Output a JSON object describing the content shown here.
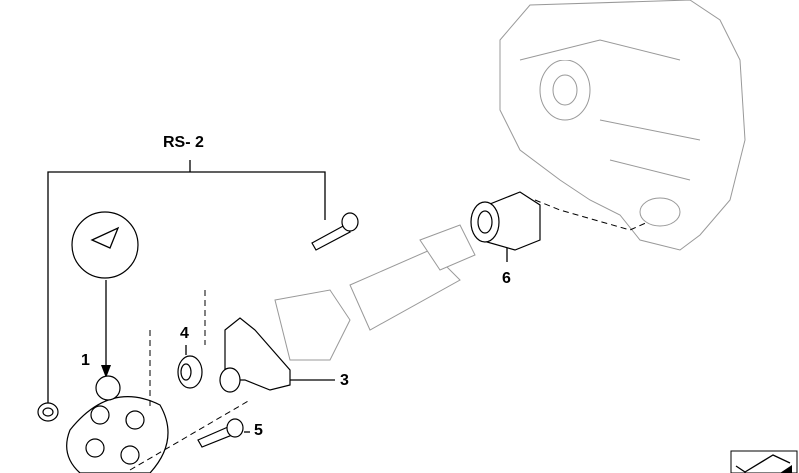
{
  "diagram": {
    "labels": {
      "group": "RS- 2",
      "p1": "1",
      "p3": "3",
      "p4": "4",
      "p5": "5",
      "p6": "6"
    },
    "corner_icon": "isometric-view-icon"
  }
}
